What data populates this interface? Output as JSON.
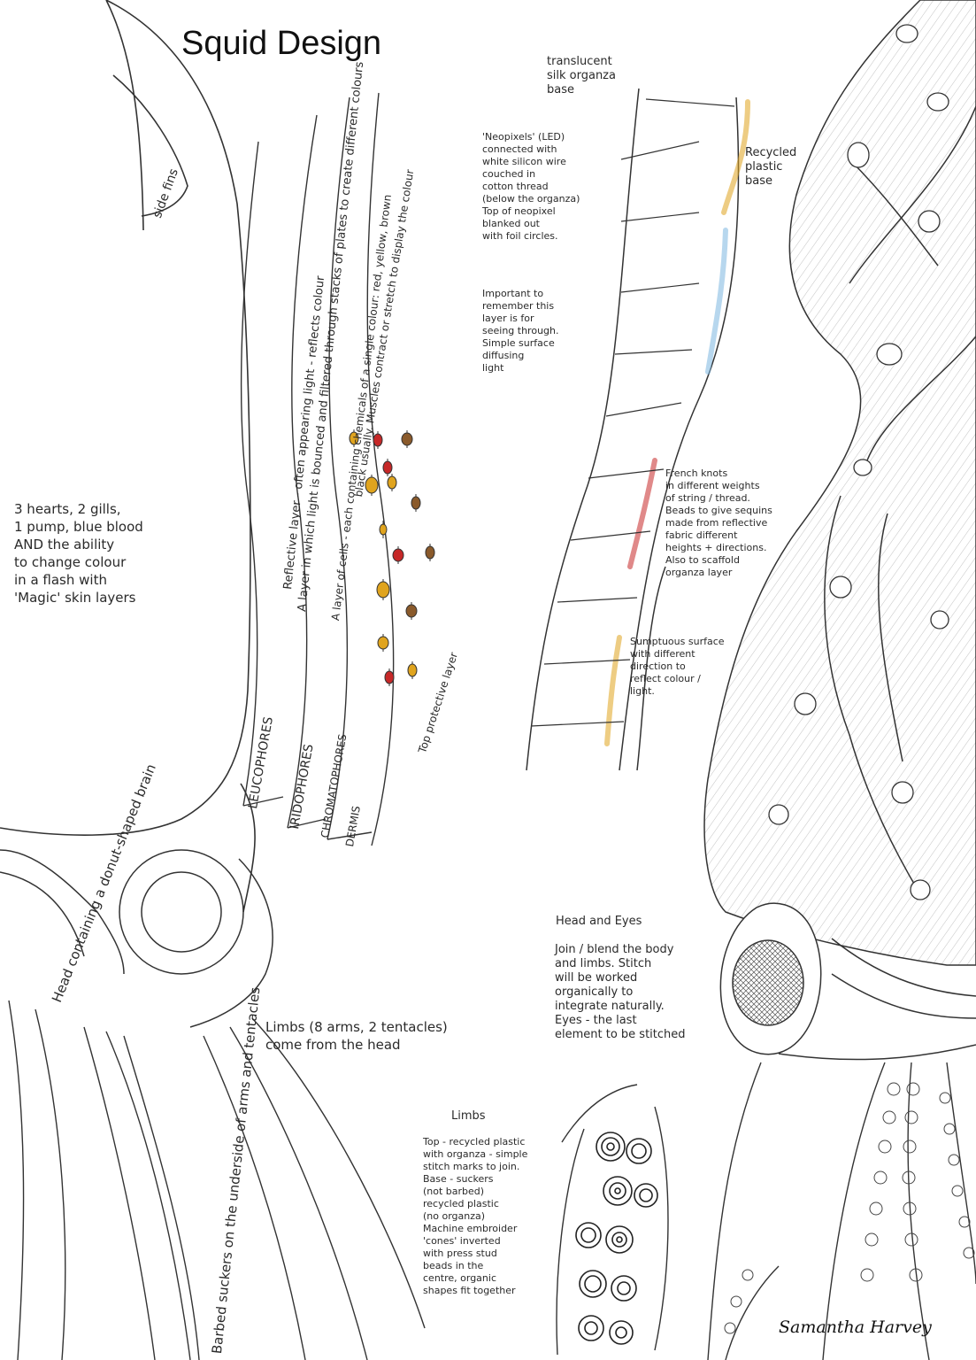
{
  "title": "Squid Design",
  "signature": "Samantha Harvey",
  "labels": {
    "side_fins": "side fins",
    "leucophores": "LEUCOPHORES",
    "iridophores": "IRIDOPHORES",
    "chromatophores": "CHROMATOPHORES",
    "dermis": "DERMIS",
    "top_protective": "Top protective layer",
    "reflective_layer": "Reflective layer - often appearing light - reflects colour",
    "iridophore_desc": "A layer in which light is bounced and filtered through stacks of plates to create different colours",
    "chromatophore_desc_1": "A layer of cells - each containing chemicals of a single colour: red, yellow, brown",
    "chromatophore_desc_2": "black usually. Muscles contract or stretch to display the colour",
    "head_note": "Head containing a donut-shaped brain",
    "barbed_note": "Barbed suckers on the underside of arms and tentacles"
  },
  "notes": {
    "hearts": "3 hearts, 2 gills,\n1 pump, blue blood\nAND the ability\nto change colour\nin a flash with\n'Magic' skin layers",
    "translucent": "translucent\nsilk organza\nbase",
    "neopixels": "'Neopixels' (LED)\nconnected with\nwhite silicon wire\ncouched in\ncotton thread\n(below the organza)\nTop of neopixel\nblanked out\nwith foil circles.",
    "recycled_base": "Recycled\nplastic\nbase",
    "important": "Important to\nremember this\nlayer is for\nseeing through.\nSimple surface\ndiffusing\nlight",
    "french_knots": "French knots\nin different weights\nof string / thread.\nBeads to give sequins\nmade from reflective\nfabric different\nheights + directions.\nAlso to scaffold\norganza layer",
    "sumptuous": "Sumptuous surface\nwith different\ndirection to\nreflect colour /\nlight.",
    "head_eyes_title": "Head and Eyes",
    "head_eyes": "Join / blend the body\nand limbs. Stitch\nwill be worked\norganically to\nintegrate naturally.\nEyes - the last\nelement to be stitched",
    "limbs_head": "Limbs (8 arms, 2 tentacles)\ncome from the head",
    "limbs_title": "Limbs",
    "limbs": "Top - recycled plastic\nwith organza - simple\nstitch marks to join.\nBase - suckers\n(not barbed)\nrecycled plastic\n(no organza)\nMachine embroider\n'cones' inverted\nwith press stud\nbeads in the\ncentre, organic\nshapes fit together"
  },
  "colors": {
    "ink": "#222222",
    "red": "#c62828",
    "yellow": "#e0a41e",
    "brown": "#8a5a2b",
    "blue": "#7bb6e0"
  }
}
